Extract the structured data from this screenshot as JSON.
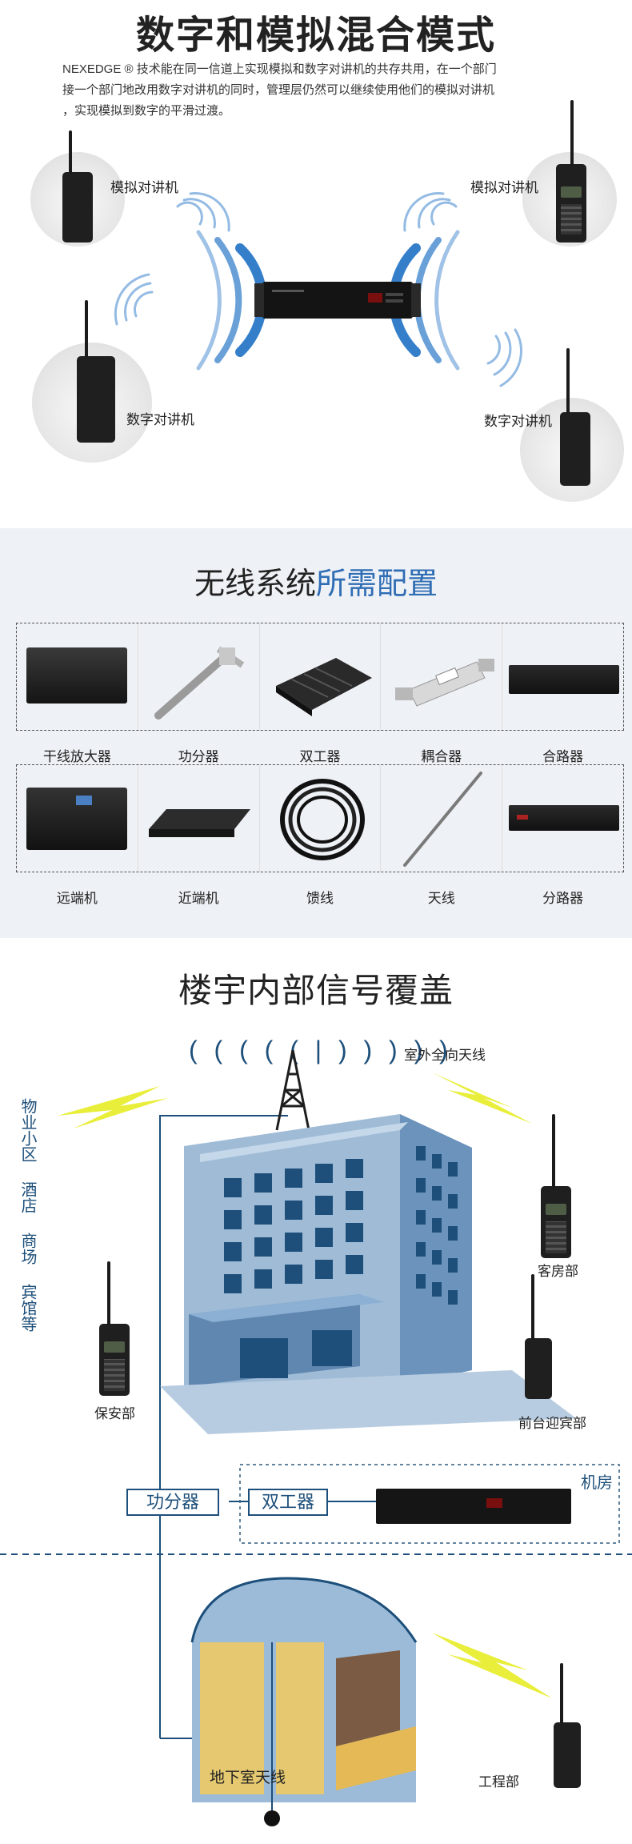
{
  "section1": {
    "title": "数字和模拟混合模式",
    "desc_line1": "NEXEDGE ® 技术能在同一信道上实现模拟和数字对讲机的共存共用，在一个部门",
    "desc_line2": "接一个部门地改用数字对讲机的同时，管理层仍然可以继续使用他们的模拟对讲机",
    "desc_line3": "，实现模拟到数字的平滑过渡。",
    "labels": {
      "analog_left": "模拟对讲机",
      "analog_right": "模拟对讲机",
      "digital_left": "数字对讲机",
      "digital_right": "数字对讲机"
    }
  },
  "section2": {
    "title_black": "无线系统",
    "title_blue": "所需配置",
    "row1": [
      "干线放大器",
      "功分器",
      "双工器",
      "耦合器",
      "合路器"
    ],
    "row2": [
      "远端机",
      "近端机",
      "馈线",
      "天线",
      "分路器"
    ]
  },
  "section3": {
    "title": "楼宇内部信号覆盖",
    "antenna_label": "室外全向天线",
    "antenna_waves": "( ( ( ( ( | ) ) ) ) )",
    "venues": [
      "物业小区",
      "酒店",
      "商场",
      "宾馆等"
    ],
    "labels": {
      "guest_room": "客房部",
      "security": "保安部",
      "front_desk": "前台迎宾部",
      "machine_room": "机房",
      "splitter": "功分器",
      "duplexer": "双工器",
      "basement_antenna": "地下室天线",
      "engineering": "工程部"
    }
  },
  "colors": {
    "accent_blue": "#2f6db5",
    "line_blue": "#1d4f7a",
    "bolt_yellow": "#e8ee3a",
    "wave_blue": "#2a78c7",
    "section_bg": "#eef1f5"
  }
}
